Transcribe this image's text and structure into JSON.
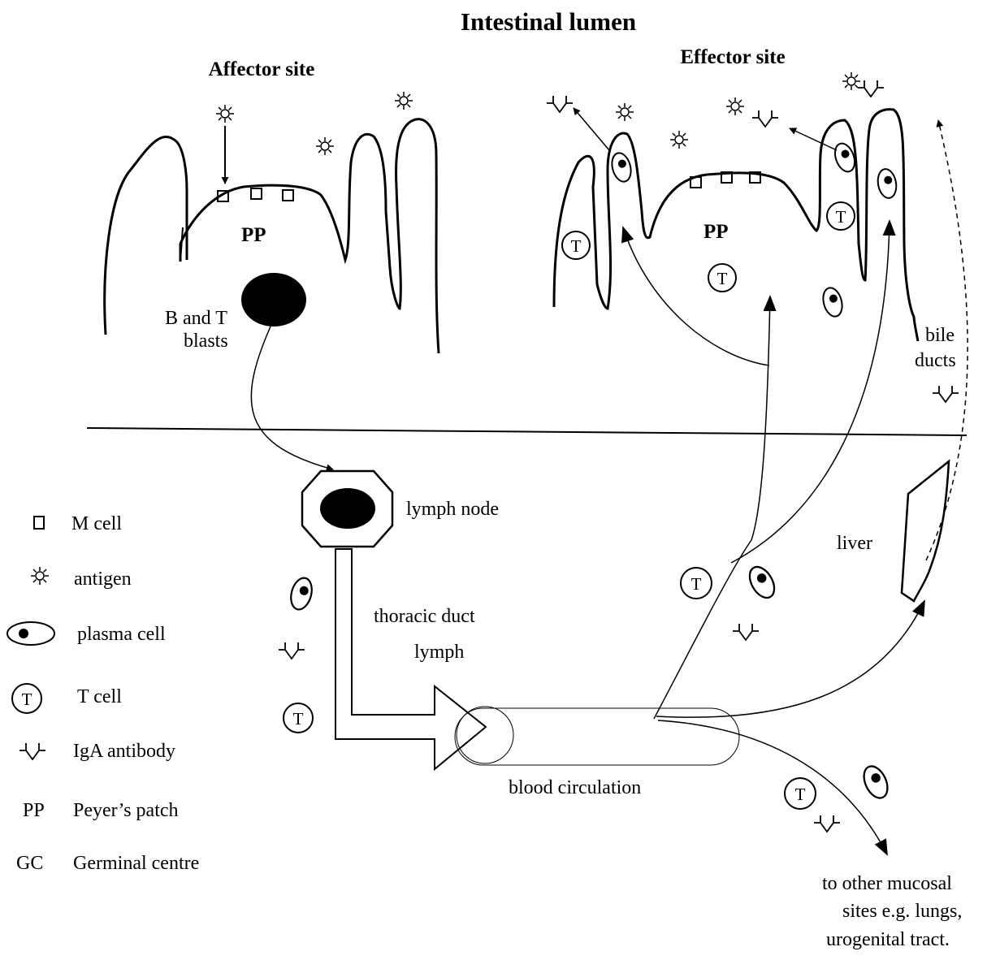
{
  "diagram": {
    "title": "Intestinal lumen",
    "affector_site": "Affector site",
    "effector_site": "Effector site",
    "pp_label": "PP",
    "blasts_line1": "B and T",
    "blasts_line2": "blasts",
    "bile_line1": "bile",
    "bile_line2": "ducts",
    "lymph_node": "lymph node",
    "thoracic_line1": "thoracic duct",
    "thoracic_line2": "lymph",
    "blood_circulation": "blood circulation",
    "liver": "liver",
    "other_sites_line1": "to other mucosal",
    "other_sites_line2": "sites e.g. lungs,",
    "other_sites_line3": "urogenital tract.",
    "t_letter": "T"
  },
  "legend": {
    "m_cell": "M cell",
    "antigen": "antigen",
    "plasma_cell": "plasma cell",
    "t_cell": "T cell",
    "t_symbol": "T",
    "iga": "IgA antibody",
    "pp_abbr": "PP",
    "pp_full": "Peyer’s patch",
    "gc_abbr": "GC",
    "gc_full": "Germinal centre"
  }
}
